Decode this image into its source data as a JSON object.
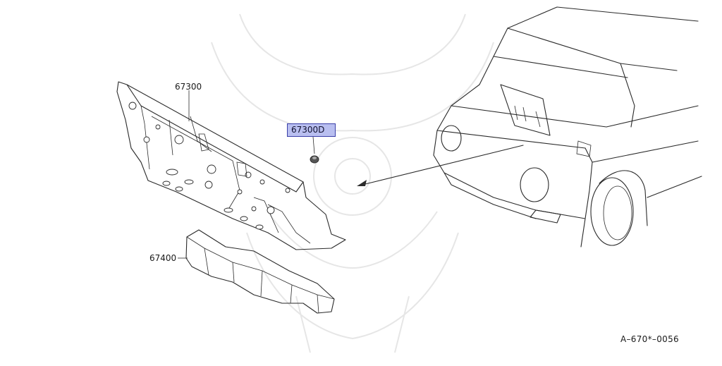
{
  "diagram": {
    "parts": [
      {
        "number": "67300"
      },
      {
        "number": "67400"
      }
    ],
    "highlighted_part": {
      "number": "67300D",
      "highlight_color": "#b9bff0"
    },
    "reference_code": "A–670*–0056"
  }
}
